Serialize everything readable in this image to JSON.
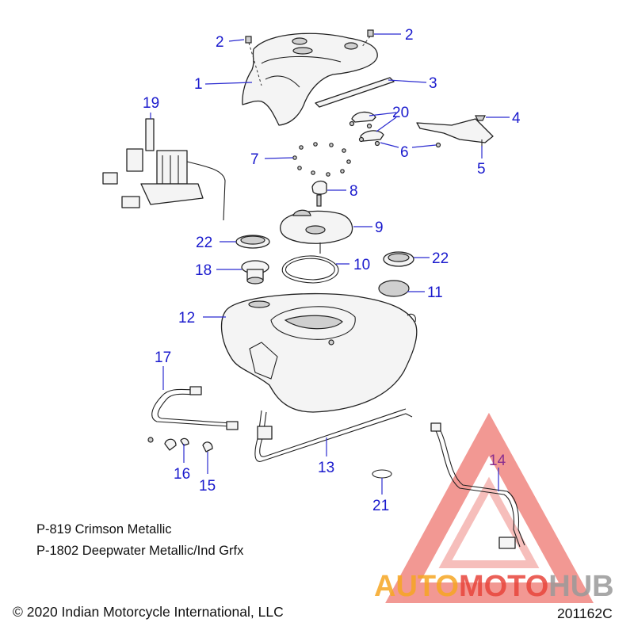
{
  "callouts": {
    "c1": "1",
    "c2a": "2",
    "c2b": "2",
    "c3": "3",
    "c4": "4",
    "c5": "5",
    "c6": "6",
    "c7": "7",
    "c8": "8",
    "c9": "9",
    "c10": "10",
    "c11": "11",
    "c12": "12",
    "c13": "13",
    "c14": "14",
    "c15": "15",
    "c16": "16",
    "c17": "17",
    "c18": "18",
    "c19": "19",
    "c20": "20",
    "c21": "21",
    "c22a": "22",
    "c22b": "22"
  },
  "notes": [
    "P-819 Crimson Metallic",
    "P-1802 Deepwater Metallic/Ind Grfx"
  ],
  "copyright": "© 2020 Indian Motorcycle International, LLC",
  "figure_id": "201162C",
  "watermark": {
    "part1": "AUTO",
    "part2": "MOTO",
    "part3": "HUB",
    "color_orange": "#f6a623",
    "color_red": "#e8453c",
    "color_gray": "#9a9a9a"
  },
  "colors": {
    "callout": "#1a1acd",
    "leader": "#2b2bd0"
  }
}
